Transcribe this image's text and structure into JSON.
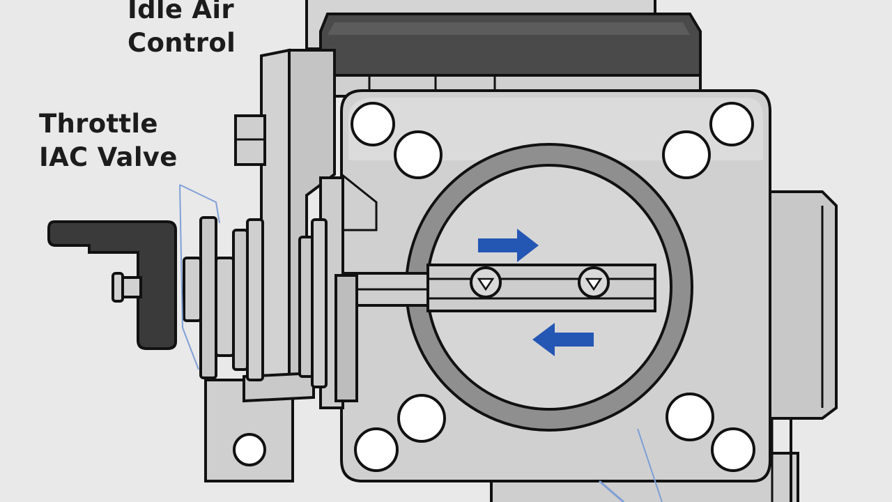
{
  "labels": {
    "idle_air_control": [
      "Idle Air",
      "Control"
    ],
    "throttle_iac_valve": [
      "Throttle",
      "IAC Valve"
    ]
  },
  "colors": {
    "background": "#e9e9e9",
    "body_fill": "#cfcfcf",
    "body_light": "#dadada",
    "outline": "#111111",
    "dark_part": "#3a3a3a",
    "bore_ring": "#8a8a8a",
    "arrow": "#2456b4",
    "bolt_hole": "#ffffff"
  },
  "icons": {
    "flow_arrow_right": "arrow-right-icon",
    "flow_arrow_left": "arrow-left-icon"
  }
}
